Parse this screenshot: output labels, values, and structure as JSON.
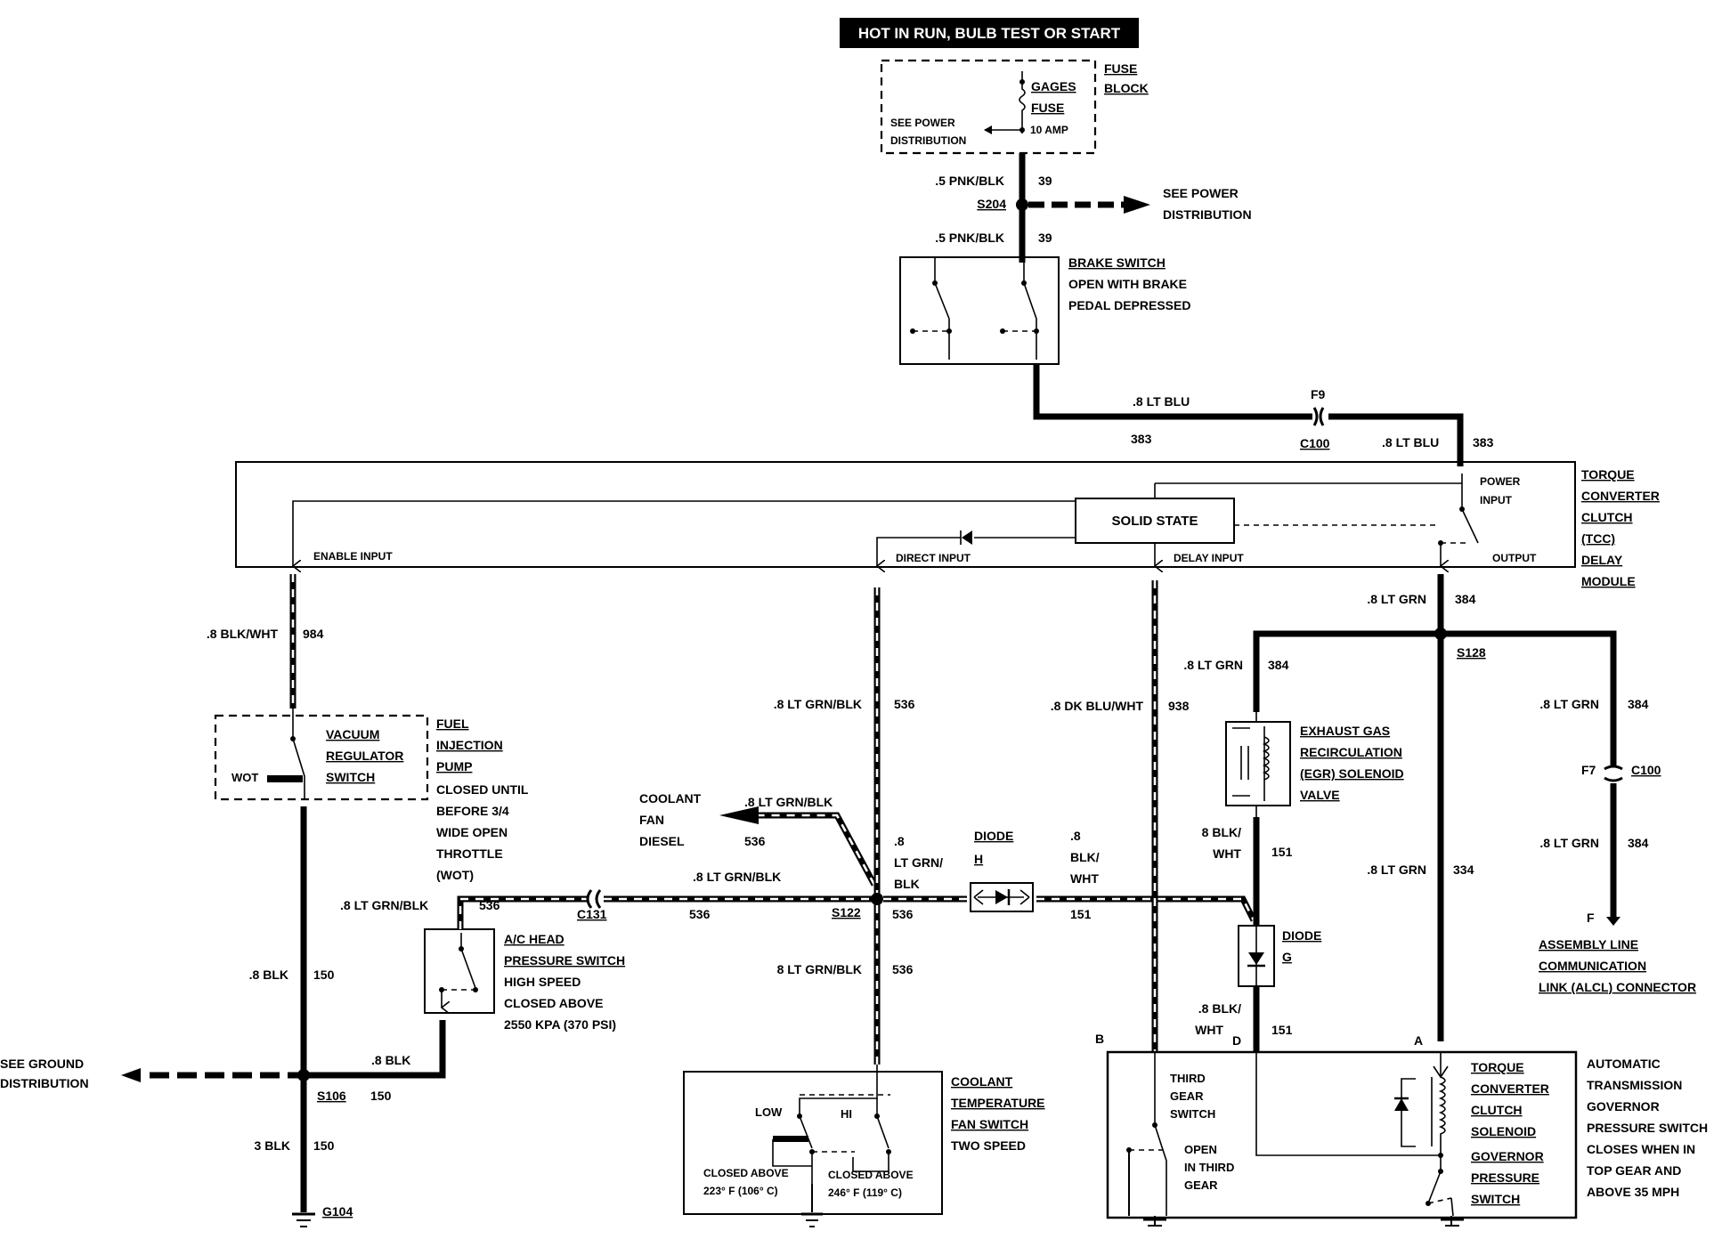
{
  "header": {
    "power_label": "HOT IN RUN,   BULB TEST OR START"
  },
  "fuse_block": {
    "title_1": "FUSE",
    "title_2": "BLOCK",
    "fuse_1": "GAGES",
    "fuse_2": "FUSE",
    "rating": "10 AMP",
    "see_power_1": "SEE POWER",
    "see_power_2": "DISTRIBUTION"
  },
  "top_wires": {
    "w1_label": ".5 PNK/BLK",
    "w1_num": "39",
    "splice": "S204",
    "see_power_1": "SEE POWER",
    "see_power_2": "DISTRIBUTION",
    "w2_label": ".5 PNK/BLK",
    "w2_num": "39"
  },
  "brake_switch": {
    "l1": "BRAKE SWITCH",
    "l2": "OPEN WITH BRAKE",
    "l3": "PEDAL DEPRESSED"
  },
  "blu_wire": {
    "label1": ".8 LT BLU",
    "num1": "383",
    "conn": "F9",
    "conn_id": "C100",
    "label2": ".8 LT BLU",
    "num2": "383"
  },
  "tcc_module": {
    "solid_state": "SOLID STATE",
    "power_input_1": "POWER",
    "power_input_2": "INPUT",
    "enable_input": "ENABLE INPUT",
    "direct_input": "DIRECT INPUT",
    "delay_input": "DELAY INPUT",
    "output": "OUTPUT",
    "title": [
      "TORQUE",
      "CONVERTER",
      "CLUTCH",
      "(TCC)",
      "DELAY",
      "MODULE"
    ]
  },
  "left_branch": {
    "w984_label": ".8 BLK/WHT",
    "w984_num": "984",
    "vac_1": "VACUUM",
    "vac_2": "REGULATOR",
    "vac_3": "SWITCH",
    "wot": "WOT",
    "fuel_1": "FUEL",
    "fuel_2": "INJECTION",
    "fuel_3": "PUMP",
    "closed_1": "CLOSED UNTIL",
    "closed_2": "BEFORE 3/4",
    "closed_3": "WIDE OPEN",
    "closed_4": "THROTTLE",
    "closed_5": "(WOT)",
    "w150_label": ".8 BLK",
    "w150_num": "150",
    "see_ground_1": "SEE GROUND",
    "see_ground_2": "DISTRIBUTION",
    "s106": "S106",
    "w150b_label": ".8 BLK",
    "w150b_num": "150",
    "w3blk_label": "3 BLK",
    "w3blk_num": "150",
    "g104": "G104"
  },
  "ac_switch": {
    "wire_label": ".8 LT GRN/BLK",
    "wire_num": "536",
    "l1": "A/C HEAD",
    "l2": "PRESSURE SWITCH",
    "l3": "HIGH SPEED",
    "l4": "CLOSED ABOVE",
    "l5": "2550 KPA (370 PSI)"
  },
  "center": {
    "c131": "C131",
    "h_label": ".8 LT GRN/BLK",
    "h_num": "536",
    "coolant_1": "COOLANT",
    "coolant_2": "FAN",
    "coolant_3": "DIESEL",
    "diesel_label": ".8 LT GRN/BLK",
    "diesel_num": "536",
    "v_label": ".8 LT GRN/BLK",
    "v_num": "536",
    "s122": "S122",
    "s122_num": "536",
    "mid_1": ".8",
    "mid_2": "LT GRN/",
    "mid_3": "BLK",
    "low_label": "8 LT GRN/BLK",
    "low_num": "536"
  },
  "diode_h": {
    "l1": "DIODE",
    "l2": "H"
  },
  "blk_wht": {
    "l1": ".8",
    "l2": "BLK/",
    "l3": "WHT",
    "num": "151"
  },
  "dk_blu": {
    "label": ".8 DK BLU/WHT",
    "num": "938"
  },
  "coolant_switch": {
    "low": "LOW",
    "hi": "HI",
    "closed_low_1": "CLOSED ABOVE",
    "closed_low_2": "223° F (106° C)",
    "closed_hi_1": "CLOSED ABOVE",
    "closed_hi_2": "246° F (119° C)",
    "t1": "COOLANT",
    "t2": "TEMPERATURE",
    "t3": "FAN SWITCH",
    "t4": "TWO SPEED"
  },
  "right_branch": {
    "out_label": ".8 LT GRN",
    "out_num": "384",
    "s128": "S128",
    "egr_wire_label": ".8 LT GRN",
    "egr_wire_num": "384",
    "egr_1": "EXHAUST GAS",
    "egr_2": "RECIRCULATION",
    "egr_3": "(EGR) SOLENOID",
    "egr_4": "VALVE",
    "egr_out_1": "8 BLK/",
    "egr_out_2": "WHT",
    "egr_out_num": "151",
    "diode_g_1": "DIODE",
    "diode_g_2": "G",
    "below_g_1": ".8 BLK/",
    "below_g_2": "WHT",
    "below_g_num": "151",
    "tcc_wire_label": ".8 LT GRN",
    "tcc_wire_num": "334",
    "alcl_wire_label": ".8 LT GRN",
    "alcl_wire_num": "384",
    "f7": "F7",
    "c100": "C100",
    "alcl_wire2_label": ".8 LT GRN",
    "alcl_wire2_num": "384",
    "f": "F",
    "alcl_1": "ASSEMBLY LINE",
    "alcl_2": "COMMUNICATION",
    "alcl_3": "LINK (ALCL) CONNECTOR"
  },
  "transmission": {
    "b": "B",
    "d": "D",
    "a": "A",
    "third_1": "THIRD",
    "third_2": "GEAR",
    "third_3": "SWITCH",
    "open_1": "OPEN",
    "open_2": "IN THIRD",
    "open_3": "GEAR",
    "tcc_1": "TORQUE",
    "tcc_2": "CONVERTER",
    "tcc_3": "CLUTCH",
    "tcc_4": "SOLENOID",
    "gov_1": "GOVERNOR",
    "gov_2": "PRESSURE",
    "gov_3": "SWITCH",
    "auto_1": "AUTOMATIC",
    "auto_2": "TRANSMISSION",
    "auto_3": "GOVERNOR",
    "auto_4": "PRESSURE SWITCH",
    "auto_5": "CLOSES WHEN IN",
    "auto_6": "TOP GEAR AND",
    "auto_7": "ABOVE 35 MPH"
  }
}
